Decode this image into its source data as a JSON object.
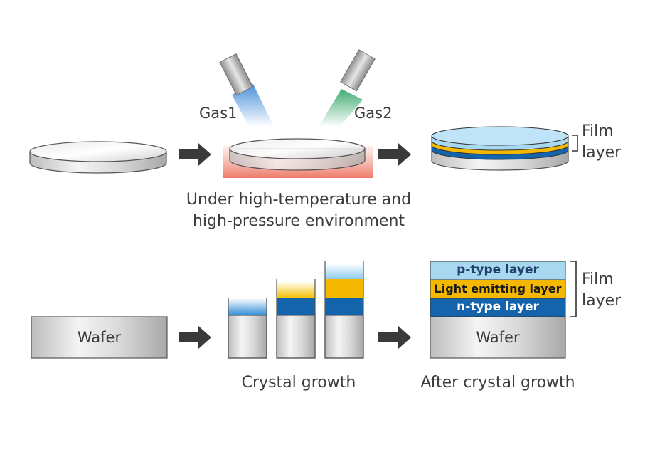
{
  "gases": {
    "gas1": "Gas1",
    "gas2": "Gas2"
  },
  "process_caption": [
    "Under high-temperature and",
    "high-pressure environment"
  ],
  "film_label": [
    "Film",
    "layer"
  ],
  "wafer_label": "Wafer",
  "layers": {
    "p_type": "p-type layer",
    "light_emitting": "Light emitting layer",
    "n_type": "n-type layer"
  },
  "captions": {
    "crystal_growth": "Crystal growth",
    "after_crystal_growth": "After crystal growth"
  },
  "colors": {
    "gas1_beam": "#4a90d9",
    "gas2_beam": "#2fae6a",
    "heat": "#ef8a78",
    "p_type": "#a8d8f0",
    "light_emitting": "#f5b800",
    "n_type": "#1464ac",
    "arrow": "#3a3a3a"
  }
}
